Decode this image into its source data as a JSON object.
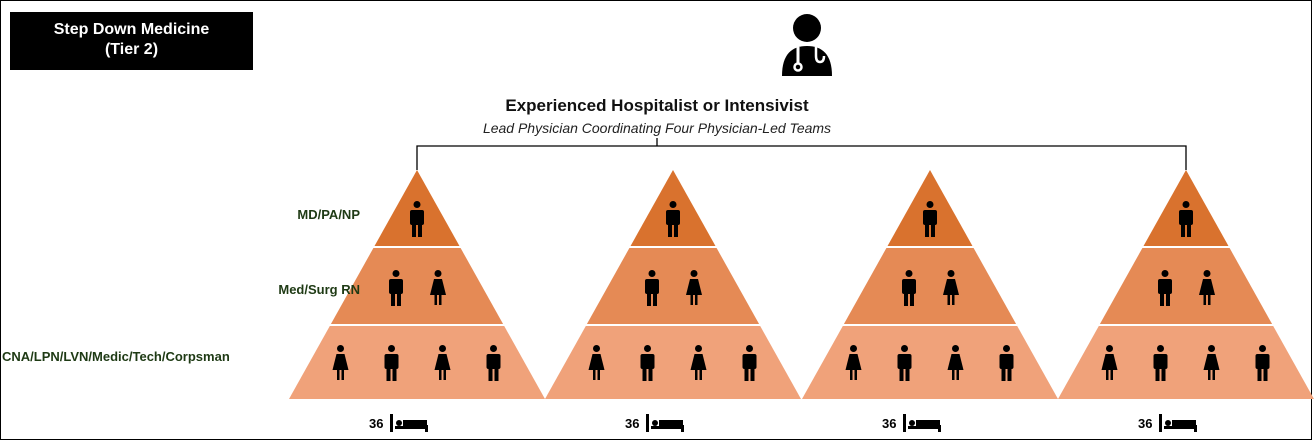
{
  "header": {
    "title_line1": "Step Down Medicine",
    "title_line2": "(Tier 2)"
  },
  "lead": {
    "icon": "physician-icon",
    "title": "Experienced Hospitalist or Intensivist",
    "subtitle": "Lead Physician Coordinating Four Physician-Led Teams"
  },
  "tiers": [
    {
      "label": "MD/PA/NP",
      "people": [
        "male"
      ],
      "color": "#d9722e"
    },
    {
      "label": "Med/Surg RN",
      "people": [
        "male",
        "female"
      ],
      "color": "#e58a55"
    },
    {
      "label": "CNA/LPN/LVN/Medic/Tech/Corpsman",
      "people": [
        "female",
        "male",
        "female",
        "male"
      ],
      "color": "#f0a27a"
    }
  ],
  "teams": [
    {
      "beds": "36",
      "bed_icon": "bed-icon"
    },
    {
      "beds": "36",
      "bed_icon": "bed-icon"
    },
    {
      "beds": "36",
      "bed_icon": "bed-icon"
    },
    {
      "beds": "36",
      "bed_icon": "bed-icon"
    }
  ]
}
